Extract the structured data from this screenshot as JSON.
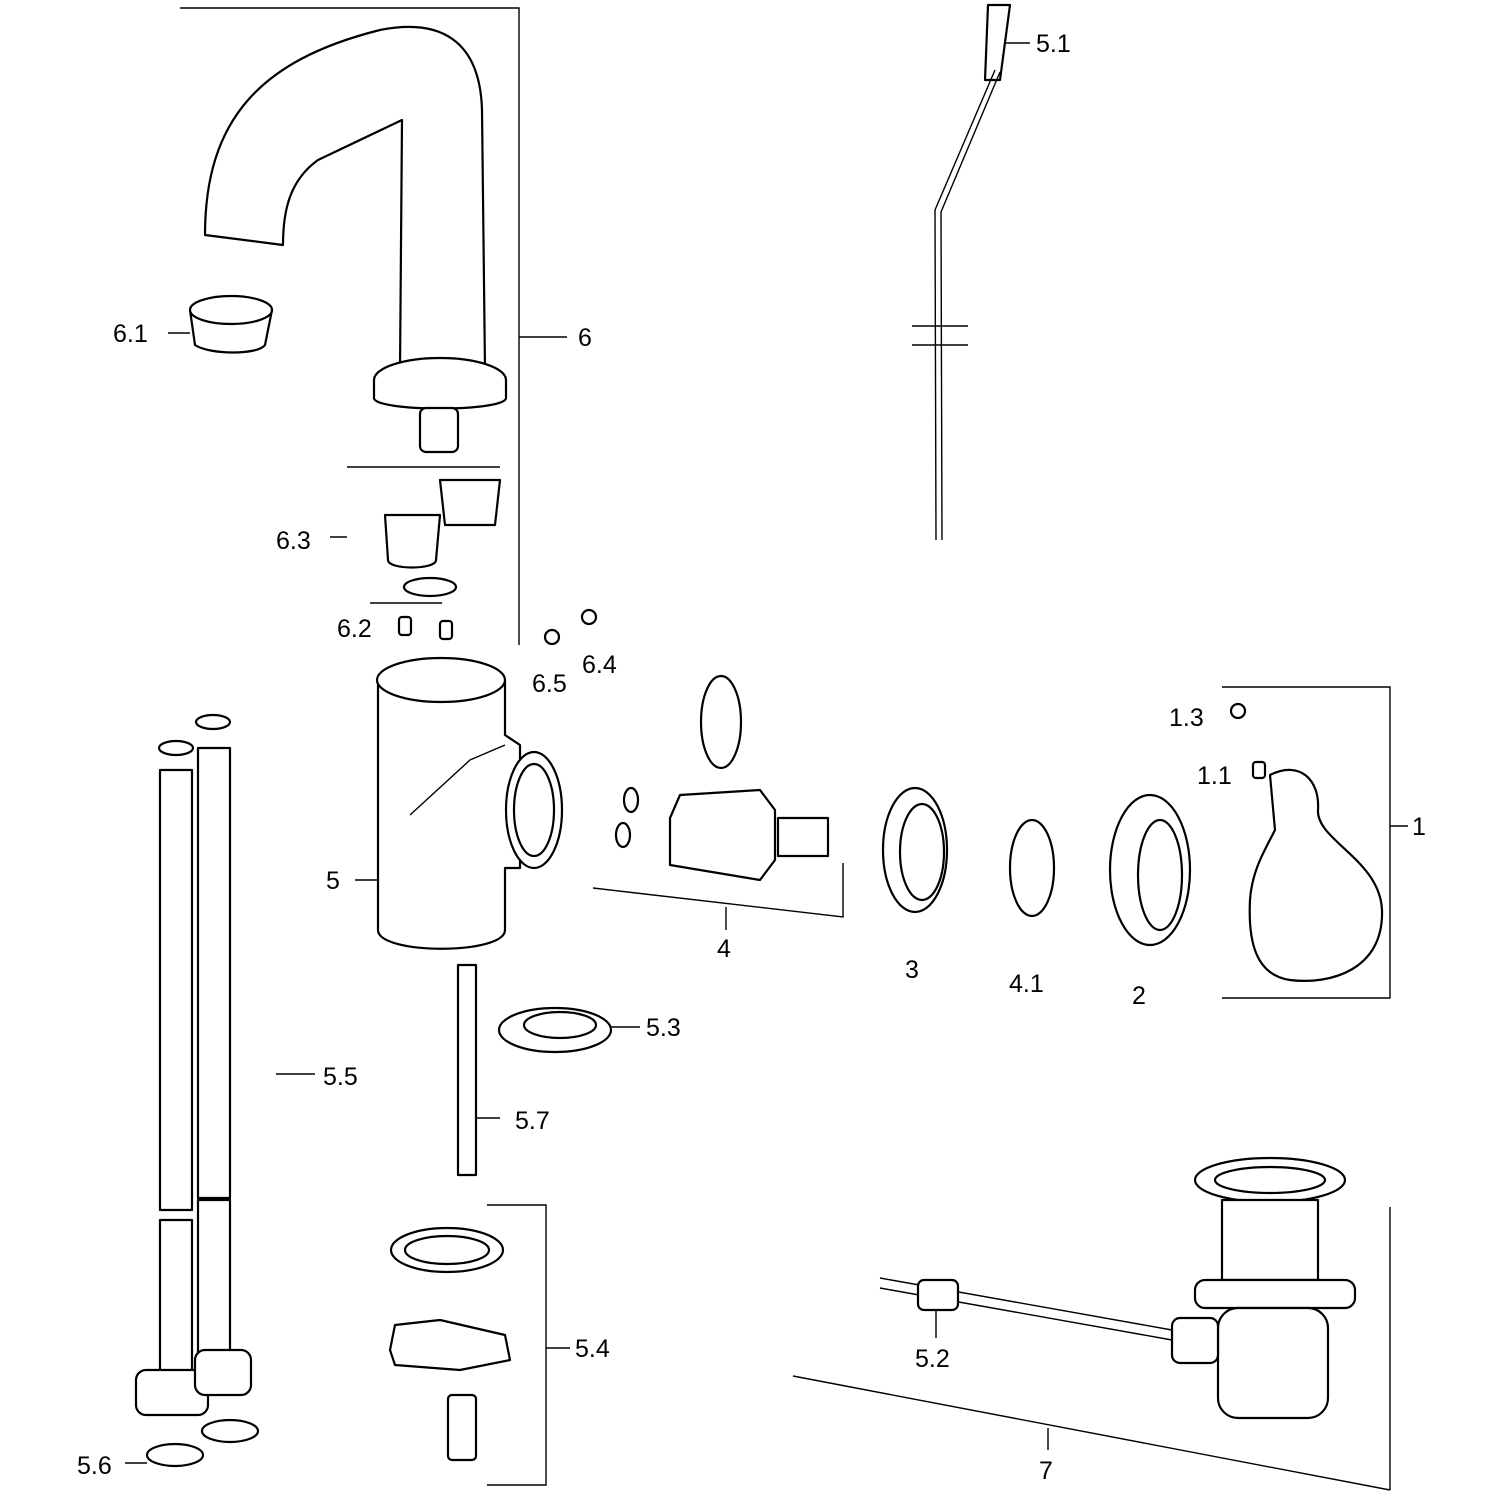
{
  "diagram": {
    "type": "exploded-parts-drawing",
    "colors": {
      "line": "#000000",
      "background": "#ffffff"
    },
    "labels": {
      "p5_1": "5.1",
      "p6_1": "6.1",
      "p6": "6",
      "p6_3": "6.3",
      "p6_2": "6.2",
      "p6_5": "6.5",
      "p6_4": "6.4",
      "p1_3": "1.3",
      "p1_1": "1.1",
      "p1": "1",
      "p5": "5",
      "p4": "4",
      "p3": "3",
      "p4_1": "4.1",
      "p2": "2",
      "p5_3": "5.3",
      "p5_5": "5.5",
      "p5_7": "5.7",
      "p5_4": "5.4",
      "p5_2": "5.2",
      "p5_6": "5.6",
      "p7": "7"
    }
  }
}
